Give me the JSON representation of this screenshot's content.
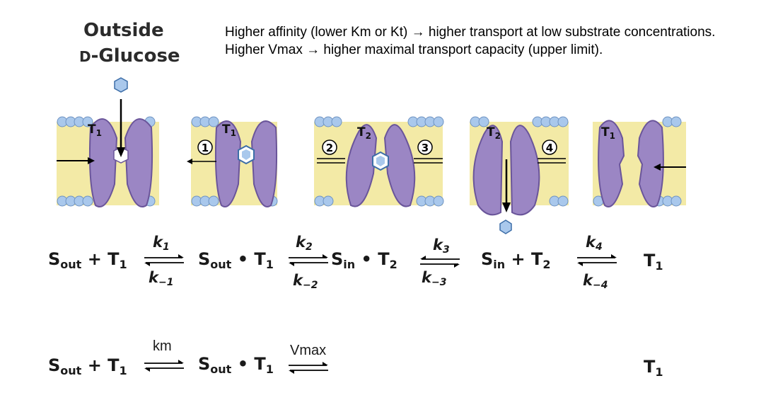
{
  "header": {
    "outside_label": "Outside",
    "substrate_prefix": "D",
    "substrate_label": "-Glucose"
  },
  "notes": [
    "Higher affinity (lower Km or Kt) → higher transport at low substrate concentrations.",
    "Higher Vmax → higher maximal transport capacity (upper limit)."
  ],
  "panels": [
    {
      "transporter": "T",
      "sub": "1",
      "step": ""
    },
    {
      "transporter": "T",
      "sub": "1",
      "step": "1"
    },
    {
      "transporter": "T",
      "sub": "2",
      "step": "2",
      "step_b": "3"
    },
    {
      "transporter": "T",
      "sub": "2",
      "step": "4"
    },
    {
      "transporter": "T",
      "sub": "1",
      "step": ""
    }
  ],
  "reaction1": {
    "s_out": "S",
    "s_out_sub": "out",
    "plus": "+",
    "t": "T",
    "t1_sub": "1",
    "t2_sub": "2",
    "dot": "•",
    "s_in": "S",
    "s_in_sub": "in",
    "k": "k",
    "k1": "1",
    "k_1": "−1",
    "k2": "2",
    "k_2": "−2",
    "k3": "3",
    "k_3": "−3",
    "k4": "4",
    "k_4": "−4"
  },
  "reaction2": {
    "km_label": "km",
    "vmax_label": "Vmax"
  },
  "colors": {
    "protein": "#9b86c4",
    "protein_dark": "#6a559a",
    "membrane": "#f3eaa6",
    "headgroup": "#a9c8ec",
    "glucose": "#a9c8ec"
  }
}
